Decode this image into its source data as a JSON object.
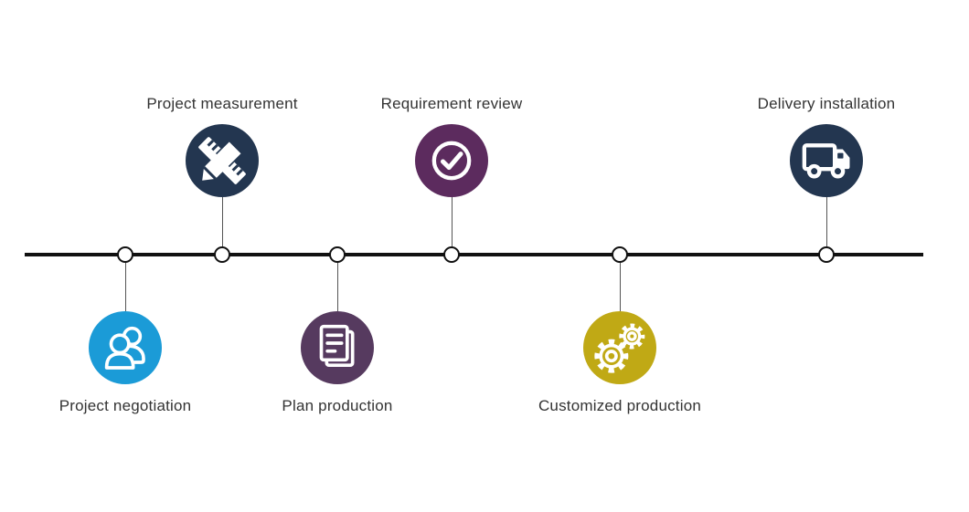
{
  "background": "#ffffff",
  "timeline": {
    "line_color": "#111111",
    "node_fill": "#ffffff",
    "node_border": "#111111",
    "connector_color": "#555555"
  },
  "text_color": "#333333",
  "steps": [
    {
      "label": "Project negotiation",
      "side": "below",
      "color": "#1b9bd7",
      "icon": "people-icon"
    },
    {
      "label": "Project measurement",
      "side": "above",
      "color": "#233650",
      "icon": "ruler-pencil-icon"
    },
    {
      "label": "Plan production",
      "side": "below",
      "color": "#563a5f",
      "icon": "document-icon"
    },
    {
      "label": "Requirement review",
      "side": "above",
      "color": "#5c2b5e",
      "icon": "check-icon"
    },
    {
      "label": "Customized production",
      "side": "below",
      "color": "#c0a915",
      "icon": "gears-icon"
    },
    {
      "label": "Delivery installation",
      "side": "above",
      "color": "#233650",
      "icon": "truck-icon"
    }
  ]
}
